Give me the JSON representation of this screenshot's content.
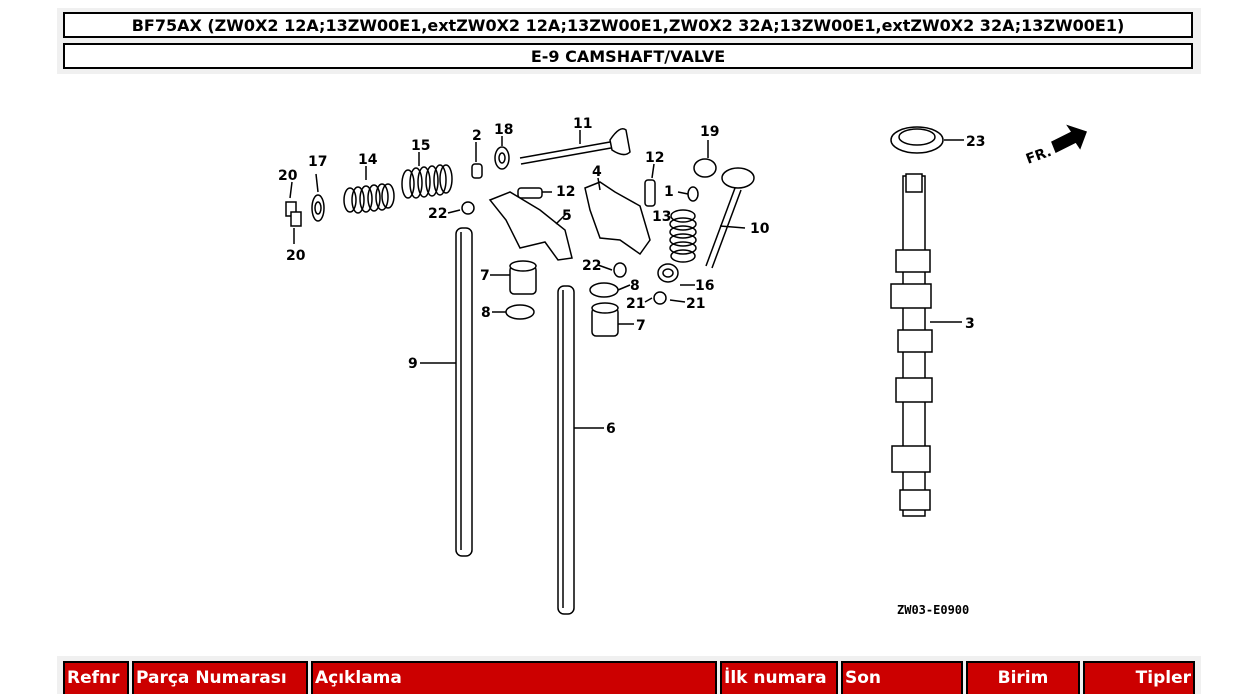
{
  "header": {
    "model_line": "BF75AX (ZW0X2 12A;13ZW00E1,extZW0X2 12A;13ZW00E1,ZW0X2 32A;13ZW00E1,extZW0X2 32A;13ZW00E1)",
    "section_title": "E-9 CAMSHAFT/VALVE"
  },
  "diagram": {
    "callouts": [
      "1",
      "2",
      "3",
      "4",
      "5",
      "6",
      "7",
      "7",
      "8",
      "8",
      "9",
      "10",
      "11",
      "12",
      "12",
      "13",
      "14",
      "15",
      "16",
      "17",
      "18",
      "19",
      "20",
      "20",
      "21",
      "21",
      "22",
      "22",
      "23"
    ],
    "direction_label": "FR.",
    "drawing_code": "ZW03-E0900"
  },
  "table": {
    "columns": [
      "Refnr",
      "Parça Numarası",
      "Açıklama",
      "İlk numara",
      "Son",
      "Birim",
      "Tipler"
    ]
  },
  "colors": {
    "header_bg": "#cc0000",
    "header_text": "#ffffff"
  }
}
